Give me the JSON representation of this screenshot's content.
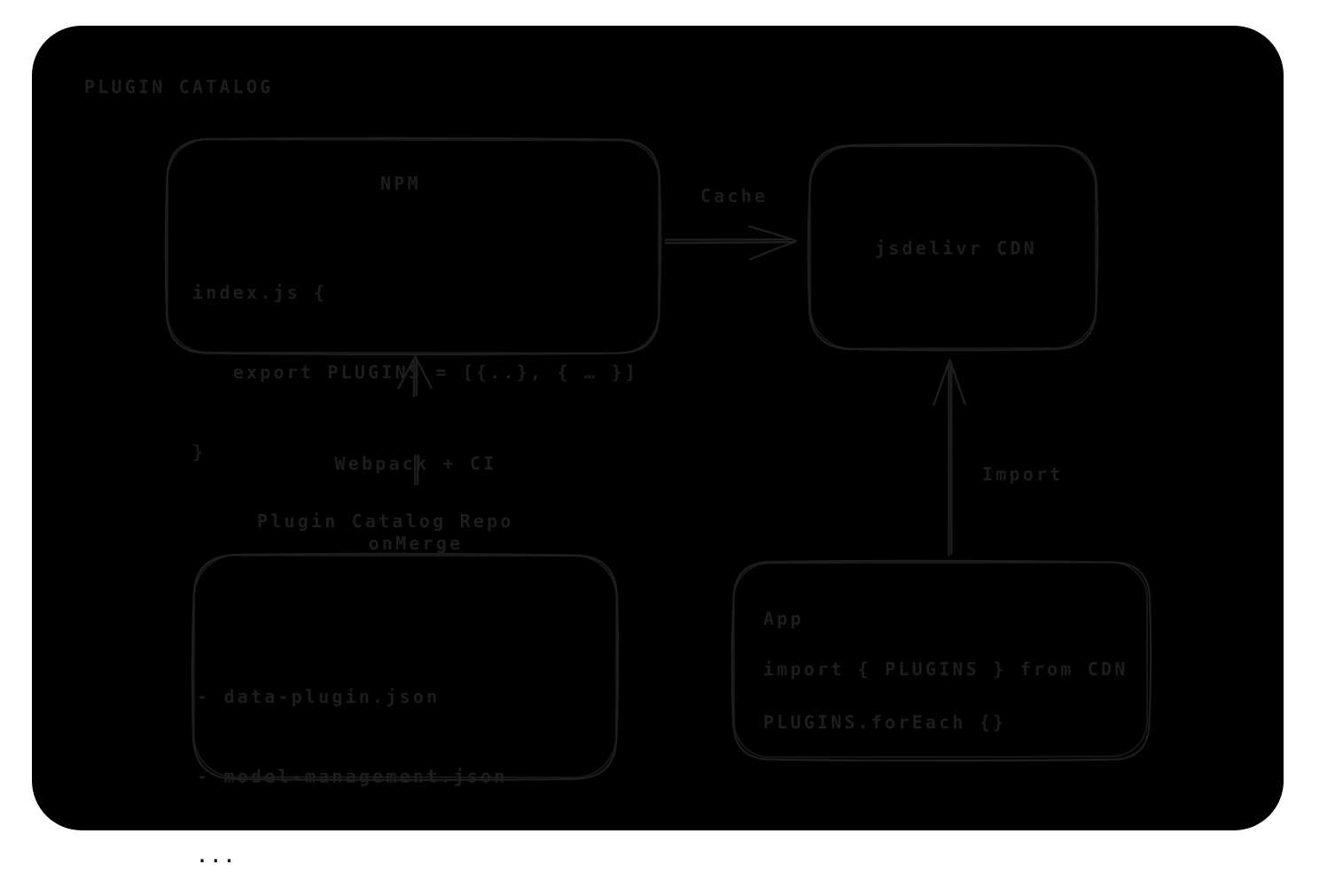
{
  "colors": {
    "ink": "#1d1d1d",
    "background": "#ffffff"
  },
  "diagram": {
    "title": "PLUGIN CATALOG",
    "npm": {
      "title": "NPM",
      "code": [
        "index.js {",
        "   export PLUGINS = [{..}, { … }]",
        "}"
      ]
    },
    "cdn": {
      "label": "jsdelivr CDN"
    },
    "repo": {
      "title": "Plugin Catalog Repo",
      "files": [
        "- data-plugin.json",
        "- model-management.json",
        "..."
      ]
    },
    "app": {
      "title": "App",
      "code": [
        "import { PLUGINS } from CDN",
        "PLUGINS.forEach {}"
      ]
    },
    "arrows": {
      "cache": "Cache",
      "build": [
        "Webpack + CI",
        "onMerge"
      ],
      "import": "Import"
    }
  }
}
